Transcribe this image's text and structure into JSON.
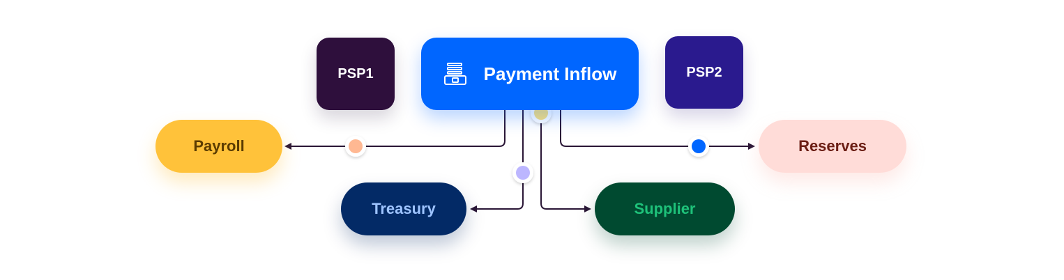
{
  "nodes": {
    "psp1": {
      "label": "PSP1",
      "bg": "#2e0f3c",
      "fg": "#ffffff"
    },
    "inflow": {
      "label": "Payment Inflow",
      "icon": "cash-register-icon",
      "bg": "#0066ff",
      "fg": "#ffffff"
    },
    "psp2": {
      "label": "PSP2",
      "bg": "#2a1a8e",
      "fg": "#ffffff"
    },
    "payroll": {
      "label": "Payroll",
      "bg": "#ffc23a",
      "fg": "#5b3c00"
    },
    "reserves": {
      "label": "Reserves",
      "bg": "#ffdcd8",
      "fg": "#6b1e14"
    },
    "treasury": {
      "label": "Treasury",
      "bg": "#032a66",
      "fg": "#9ec4ff"
    },
    "supplier": {
      "label": "Supplier",
      "bg": "#004a30",
      "fg": "#1ec27a"
    }
  },
  "connector_color": "#2a1636",
  "dot_colors": {
    "payroll": "#ffb892",
    "reserves": "#0066ff",
    "treasury": "#bcb6ff",
    "supplier": "#ffe37a"
  }
}
